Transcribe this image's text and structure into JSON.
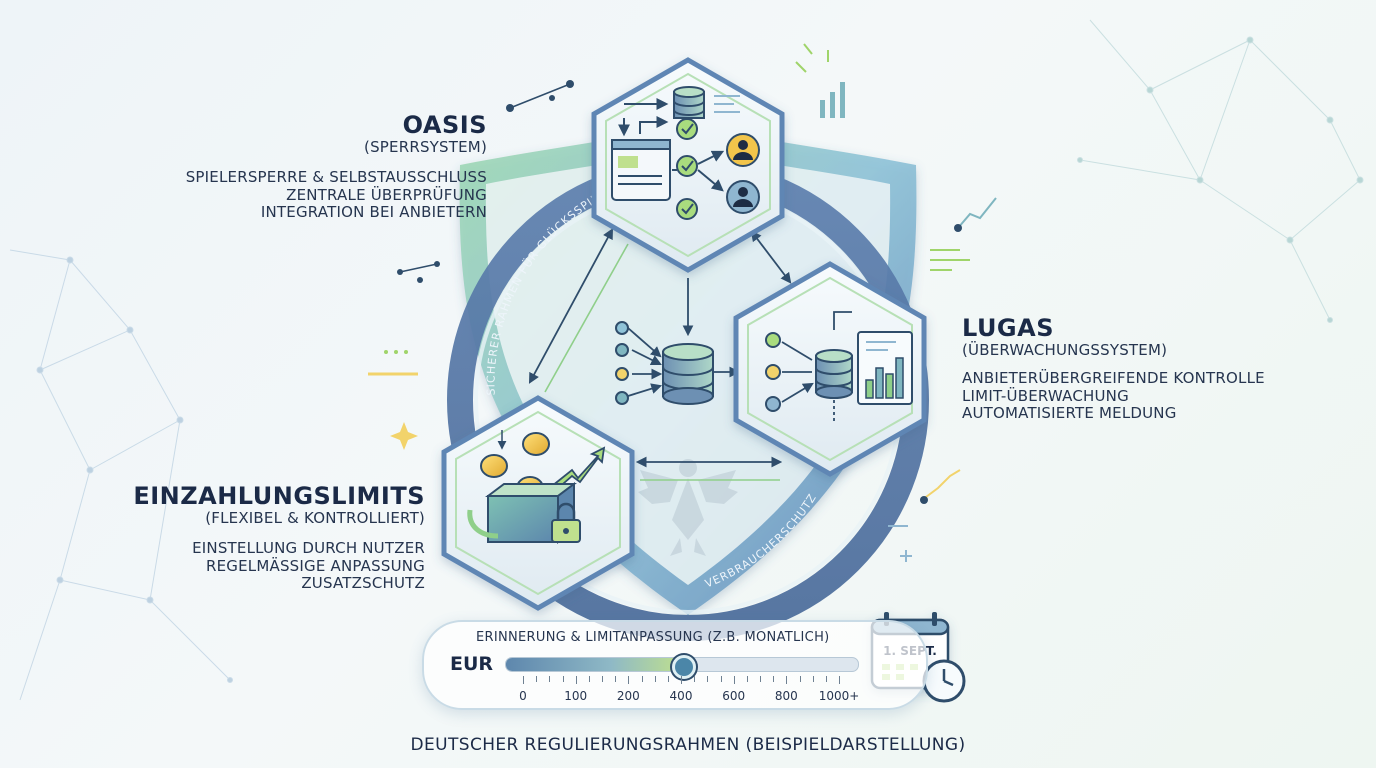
{
  "diagram": {
    "footer": "DEUTSCHER REGULIERUNGSRAHMEN (BEISPIELDARSTELLUNG)",
    "ring_labels": {
      "upper": "SICHERER RAHMEN FÜR GLÜCKSSPIEL",
      "lower": "VERBRAUCHERSCHUTZ"
    },
    "oasis": {
      "title": "OASIS",
      "subtitle": "(SPERRSYSTEM)",
      "items": [
        "SPIELERSPERRE & SELBSTAUSSCHLUSS",
        "ZENTRALE ÜBERPRÜFUNG",
        "INTEGRATION BEI ANBIETERN"
      ]
    },
    "lugas": {
      "title": "LUGAS",
      "subtitle": "(ÜBERWACHUNGSSYSTEM)",
      "items": [
        "ANBIETERÜBERGREIFENDE KONTROLLE",
        "LIMIT-ÜBERWACHUNG",
        "AUTOMATISIERTE MELDUNG"
      ]
    },
    "einzahlung": {
      "title": "EINZAHLUNGSLIMITS",
      "subtitle": "(FLEXIBEL & KONTROLLIERT)",
      "items": [
        "EINSTELLUNG DURCH NUTZER",
        "REGELMÄSSIGE ANPASSUNG",
        "ZUSATZSCHUTZ"
      ]
    },
    "slider": {
      "title": "ERINNERUNG & LIMITANPASSUNG (Z.B. MONATLICH)",
      "currency": "EUR",
      "ticks": [
        "0",
        "100",
        "200",
        "400",
        "600",
        "800",
        "1000+"
      ],
      "selected_index": 3
    },
    "calendar": {
      "date": "1. SEPT."
    },
    "icons": [
      "database-icon",
      "user-icon",
      "checkmark-icon",
      "bar-chart-icon",
      "coins-icon",
      "padlock-icon",
      "trend-arrow-icon",
      "eagle-emblem-icon",
      "calendar-icon",
      "clock-icon",
      "shield-icon"
    ],
    "colors": {
      "accent": "#2f4d6b",
      "green": "#9fd46a",
      "teal": "#7fb6c0",
      "node_fill": "#e5eff5"
    }
  }
}
